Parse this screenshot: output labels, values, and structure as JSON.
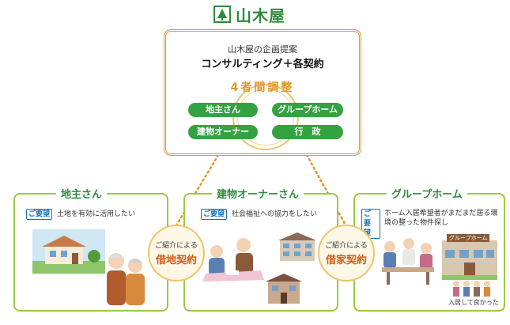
{
  "logo": {
    "text": "山木屋"
  },
  "center": {
    "subtitle": "山木屋の企画提案",
    "title": "コンサルティング＋各契約",
    "four_party": "4者間調整",
    "parties": [
      "地主さん",
      "グループホーム",
      "建物オーナー",
      "行　政"
    ]
  },
  "boxes": [
    {
      "title": "地主さん",
      "needs_label": "ご要望",
      "needs": "土地を有効に活用したい"
    },
    {
      "title": "建物オーナーさん",
      "needs_label": "ご要望",
      "needs": "社会福祉への協力をしたい"
    },
    {
      "title": "グループホーム",
      "needs_label": "ご要望",
      "needs": "ホーム入居希望者がまだまだ居る環境の整った物件探し"
    }
  ],
  "contracts": [
    {
      "top": "ご紹介による",
      "main": "借地契約"
    },
    {
      "top": "ご紹介による",
      "main": "借家契約"
    }
  ],
  "illustrations": {
    "group_home_sign": "グループホーム",
    "caption": "入居して良かった"
  },
  "colors": {
    "green": "#35a241",
    "orange": "#e3962a",
    "light_green": "#9cc93f"
  }
}
